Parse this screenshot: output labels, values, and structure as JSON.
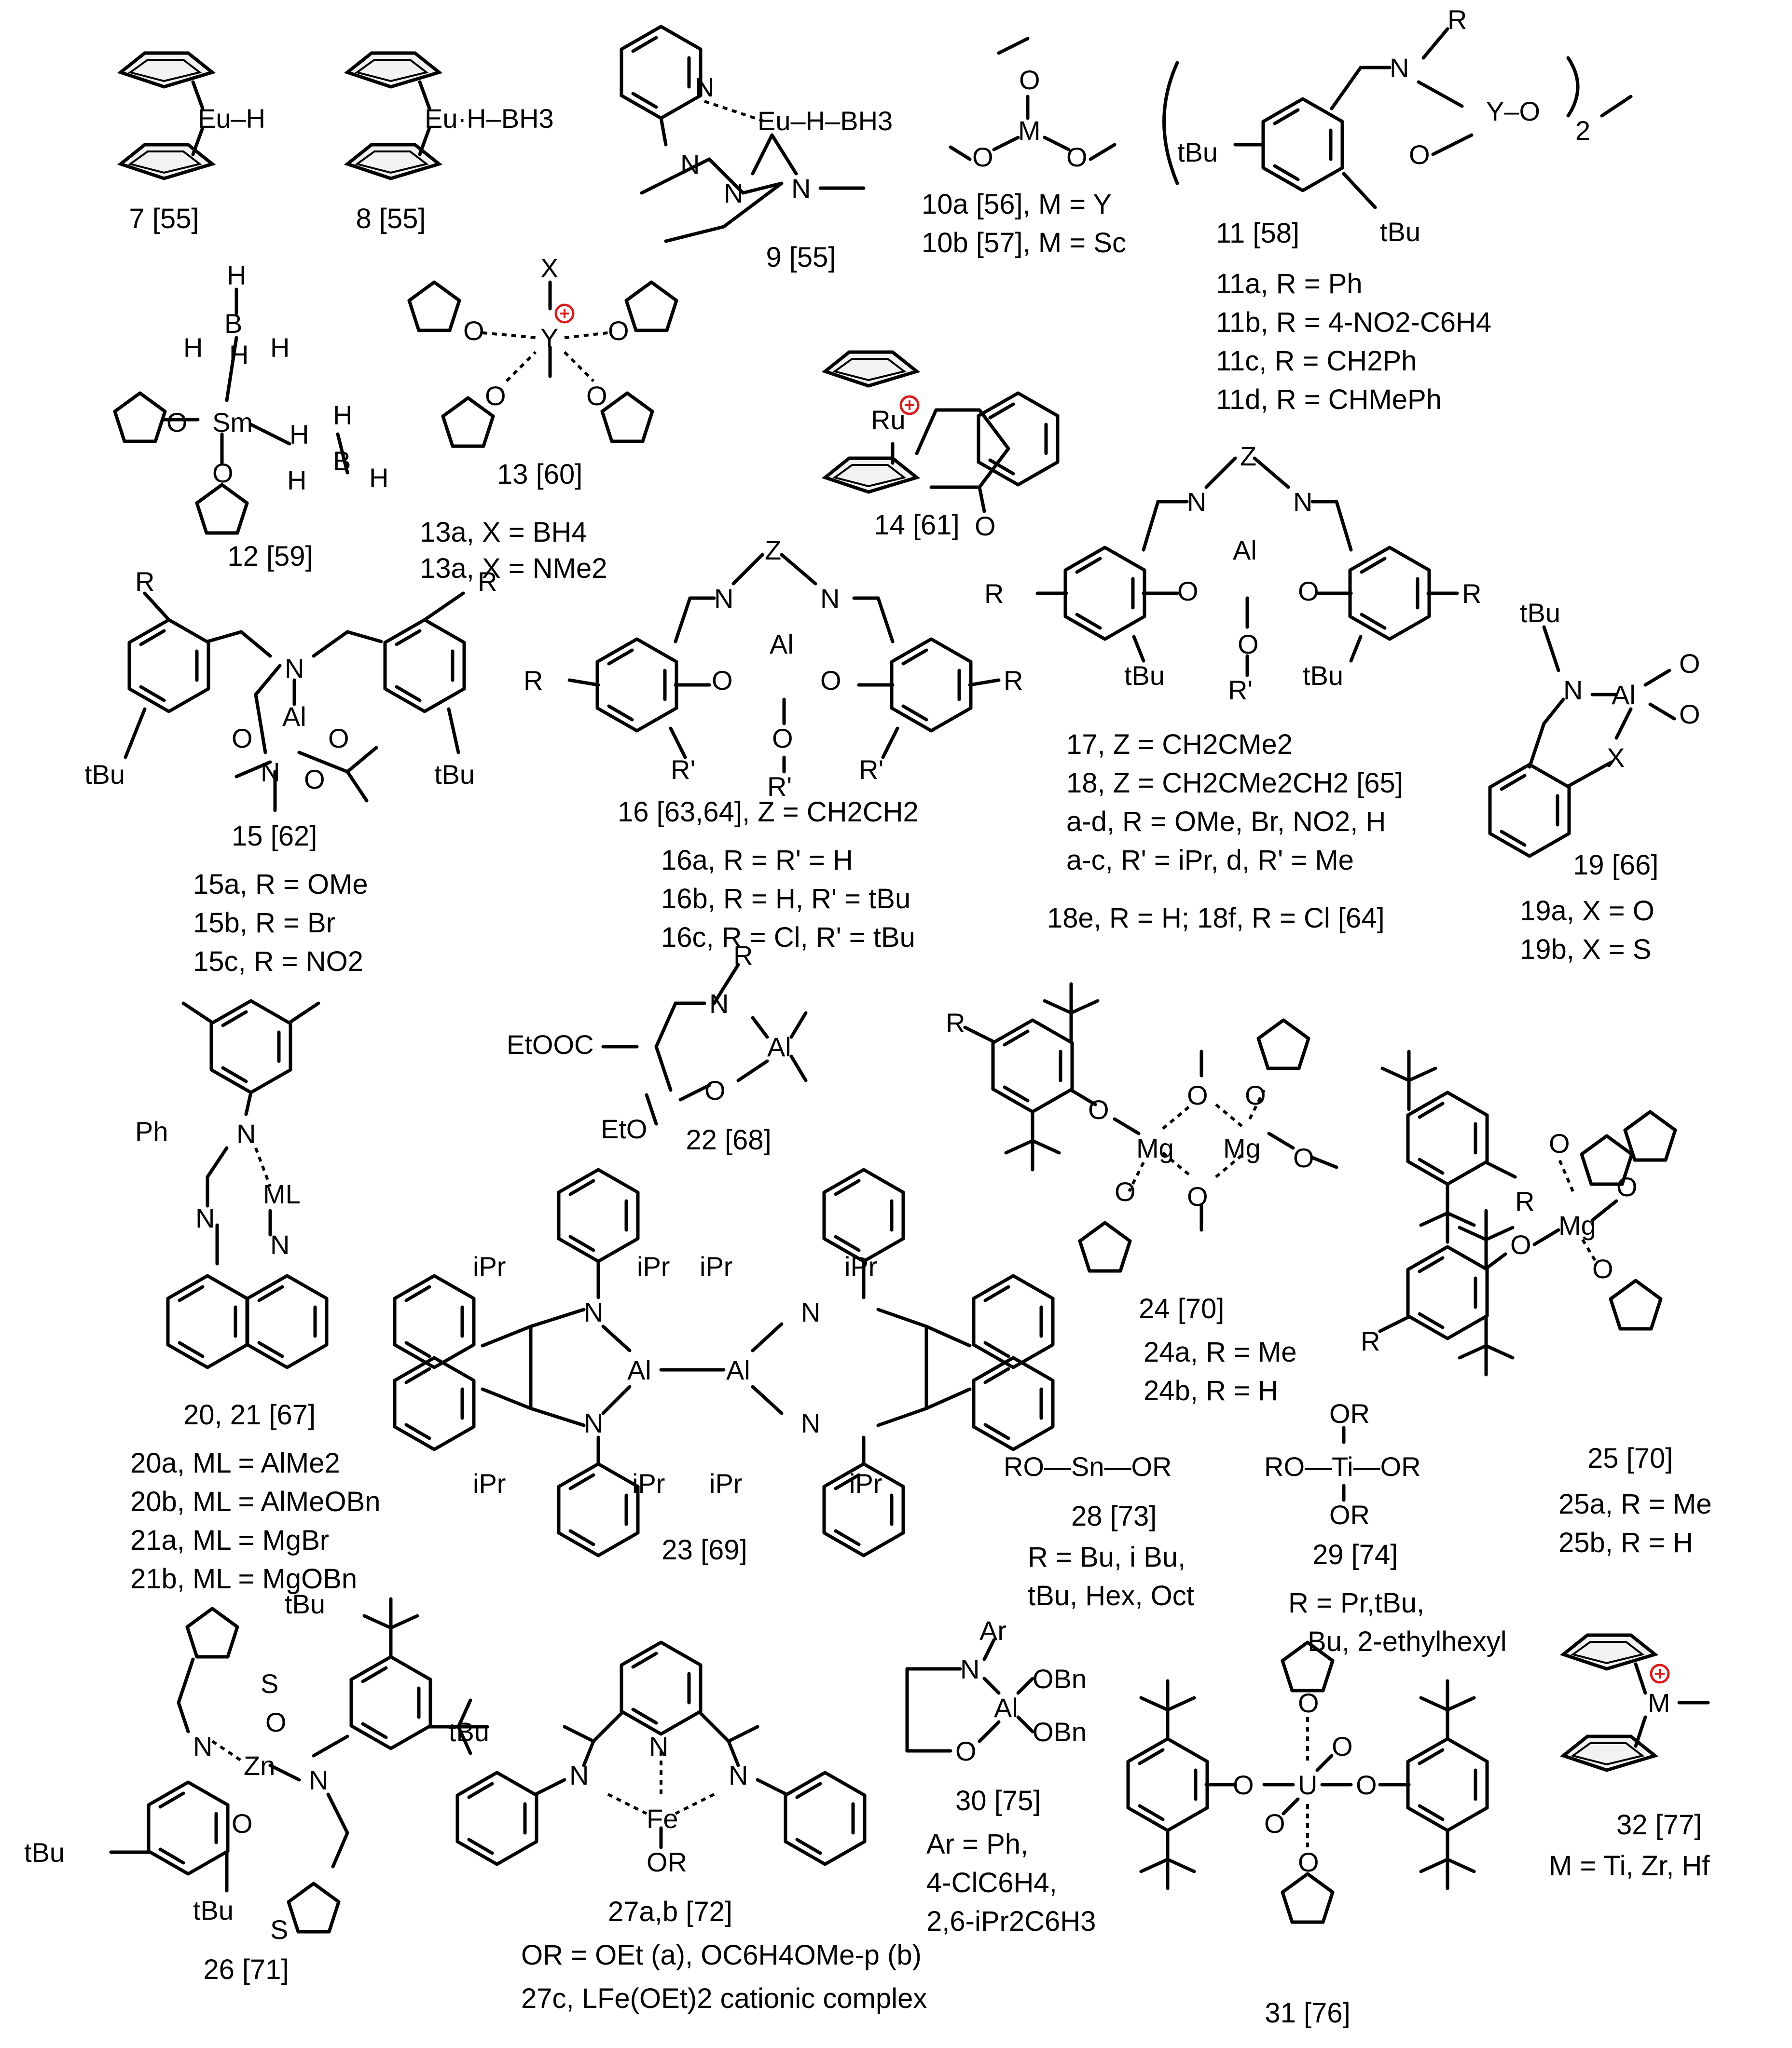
{
  "colors": {
    "ink": "#000000",
    "cation": "#d81b1b",
    "background": "#ffffff"
  },
  "compounds": {
    "c7": {
      "label": "7 [55]",
      "atoms": [
        "Eu–H"
      ]
    },
    "c8": {
      "label": "8 [55]",
      "atoms": [
        "Eu·H–BH3"
      ]
    },
    "c9": {
      "label": "9 [55]",
      "atoms": [
        "N",
        "Eu–H–BH3",
        "N",
        "N",
        "N"
      ]
    },
    "c10": {
      "atoms": [
        "O",
        "M",
        "O",
        "O"
      ],
      "lines": [
        "10a [56], M = Y",
        "10b [57], M = Sc"
      ]
    },
    "c11": {
      "atoms": [
        "R",
        "N",
        "Y–O",
        "O",
        "tBu",
        "tBu",
        "2"
      ],
      "lines": [
        "11 [58]",
        "11a, R = Ph",
        "11b, R = 4-NO2-C6H4",
        "11c, R = CH2Ph",
        "11d, R = CHMePh"
      ]
    },
    "c12": {
      "label": "12 [59]",
      "atoms": [
        "H",
        "B",
        "H",
        "H",
        "H",
        "O",
        "Sm",
        "H",
        "H",
        "B",
        "H",
        "H",
        "O"
      ]
    },
    "c13": {
      "atoms": [
        "X",
        "Y",
        "O",
        "O",
        "O",
        "O"
      ],
      "lines": [
        "13 [60]",
        "13a, X = BH4",
        "13a, X = NMe2"
      ]
    },
    "c14": {
      "label": "14 [61]",
      "atoms": [
        "Ru",
        "O"
      ]
    },
    "c15": {
      "atoms": [
        "R",
        "R",
        "N",
        "Al",
        "O",
        "O",
        "N",
        "O",
        "tBu",
        "tBu"
      ],
      "lines": [
        "15 [62]",
        "15a, R = OMe",
        "15b, R = Br",
        "15c, R = NO2"
      ]
    },
    "c16": {
      "atoms": [
        "Z",
        "N",
        "N",
        "Al",
        "O",
        "O",
        "O",
        "R'",
        "R",
        "R",
        "R'",
        "R'"
      ],
      "lines": [
        "16 [63,64], Z = CH2CH2",
        "16a, R = R' = H",
        "16b, R = H, R' = tBu",
        "16c, R = Cl, R' = tBu"
      ]
    },
    "c17": {
      "atoms": [
        "Z",
        "N",
        "N",
        "Al",
        "O",
        "O",
        "O",
        "R'",
        "R",
        "R",
        "tBu",
        "tBu"
      ],
      "lines": [
        "17, Z = CH2CMe2",
        "18, Z = CH2CMe2CH2 [65]",
        "a-d, R = OMe, Br, NO2, H",
        "a-c, R' = iPr, d, R' = Me",
        "18e, R = H; 18f, R = Cl [64]"
      ]
    },
    "c19": {
      "atoms": [
        "tBu",
        "N",
        "Al",
        "O",
        "O",
        "X"
      ],
      "lines": [
        "19 [66]",
        "19a, X = O",
        "19b, X = S"
      ]
    },
    "c20": {
      "atoms": [
        "Ph",
        "N",
        "N",
        "ML",
        "N"
      ],
      "lines": [
        "20, 21 [67]",
        "20a, ML = AlMe2",
        "20b, ML = AlMeOBn",
        "21a, ML = MgBr",
        "21b, ML = MgOBn"
      ]
    },
    "c22": {
      "label": "22 [68]",
      "atoms": [
        "R",
        "N",
        "Al",
        "EtOOC",
        "O",
        "EtO"
      ]
    },
    "c23": {
      "label": "23 [69]",
      "atoms": [
        "iPr",
        "iPr",
        "iPr",
        "iPr",
        "N",
        "N",
        "Al",
        "Al",
        "N",
        "N",
        "iPr",
        "iPr",
        "iPr",
        "iPr"
      ]
    },
    "c24": {
      "atoms": [
        "R",
        "O",
        "Mg",
        "Mg",
        "O",
        "O",
        "O",
        "O",
        "O",
        "R"
      ],
      "lines": [
        "24 [70]",
        "24a, R = Me",
        "24b, R = H"
      ]
    },
    "c25": {
      "atoms": [
        "O",
        "Mg",
        "O",
        "O",
        "O",
        "R"
      ],
      "lines": [
        "25 [70]",
        "25a, R = Me",
        "25b, R = H"
      ]
    },
    "c28": {
      "atoms": [
        "RO—Sn—OR"
      ],
      "lines": [
        "28 [73]",
        "R = Bu, i Bu,",
        "tBu, Hex, Oct"
      ]
    },
    "c29": {
      "atoms": [
        "OR",
        "RO—Ti—OR",
        "OR"
      ],
      "lines": [
        "29 [74]",
        "R = Pr,tBu,",
        "Bu, 2-ethylhexyl"
      ]
    },
    "c26": {
      "label": "26 [71]",
      "atoms": [
        "S",
        "tBu",
        "tBu",
        "O",
        "N",
        "Zn",
        "N",
        "O",
        "tBu",
        "tBu",
        "S"
      ]
    },
    "c27": {
      "atoms": [
        "N",
        "N",
        "N",
        "Fe",
        "OR"
      ],
      "lines": [
        "27a,b [72]",
        "OR = OEt (a), OC6H4OMe-p (b)",
        "27c, LFe(OEt)2 cationic complex"
      ]
    },
    "c30": {
      "atoms": [
        "Ar",
        "N",
        "Al",
        "OBn",
        "OBn",
        "O"
      ],
      "lines": [
        "30 [75]",
        "Ar = Ph,",
        "4-ClC6H4,",
        "2,6-iPr2C6H3"
      ]
    },
    "c31": {
      "label": "31 [76]",
      "atoms": [
        "O",
        "O",
        "U",
        "O",
        "O",
        "O",
        "O"
      ]
    },
    "c32": {
      "atoms": [
        "M"
      ],
      "lines": [
        "32 [77]",
        "M = Ti, Zr, Hf"
      ]
    }
  }
}
